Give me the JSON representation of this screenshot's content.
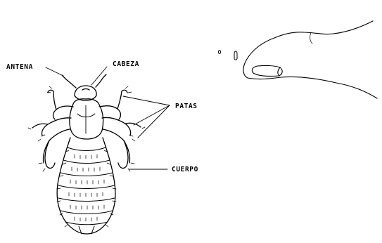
{
  "labels": {
    "antena": "ANTENA",
    "cabeza": "CABEZA",
    "patas": "PATAS",
    "cuerpo": "CUERPO"
  },
  "colors": {
    "ink": "#000000",
    "background": "#ffffff"
  }
}
